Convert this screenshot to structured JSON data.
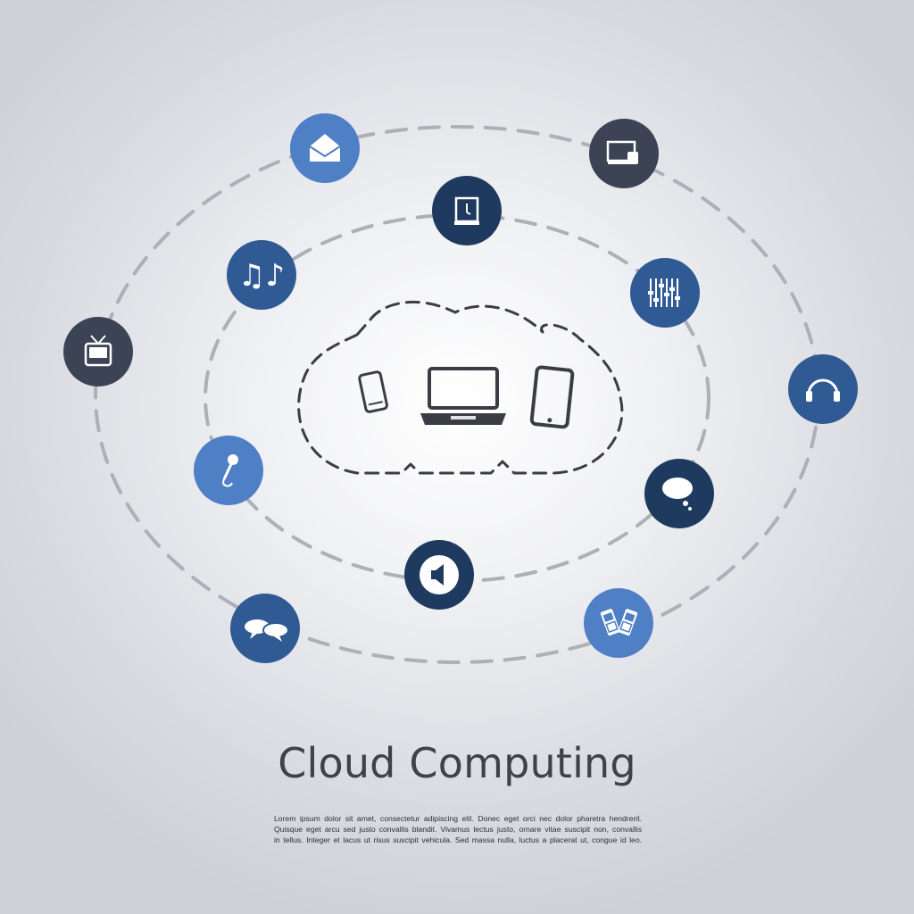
{
  "title": "Cloud Computing",
  "description_lines": [
    "Lorem ipsum dolor sit amet, consectetur adipiscing elit. Donec eget orci nec dolor pharetra hendrerit.",
    "Quisque eget arcu sed justo convallis blandit. Vivamus lectus justo, ornare vitae suscipit non, convallis",
    "in tellus. Integer et lacus ut risus suscipit vehicula. Sed massa nulla, luctus a placerat ut, congue id leo."
  ],
  "colors": {
    "dark": "#3b4354",
    "navy": "#1f3a5f",
    "mid_blue": "#2f5a93",
    "light_blue": "#4f7fc4",
    "dash": "#adb0b6",
    "cloud_dash": "#3a3d44",
    "device": "#3a3d44",
    "title": "#3e4249"
  },
  "center_devices": [
    "smartphone-icon",
    "laptop-icon",
    "tablet-icon"
  ],
  "icons": [
    {
      "name": "envelope-icon",
      "color": "light_blue"
    },
    {
      "name": "projector-icon",
      "color": "dark"
    },
    {
      "name": "clock-icon",
      "color": "navy"
    },
    {
      "name": "music-notes-icon",
      "color": "mid_blue"
    },
    {
      "name": "equalizer-icon",
      "color": "mid_blue"
    },
    {
      "name": "tv-icon",
      "color": "dark"
    },
    {
      "name": "headphones-icon",
      "color": "mid_blue"
    },
    {
      "name": "microphone-icon",
      "color": "light_blue"
    },
    {
      "name": "thought-bubble-icon",
      "color": "navy"
    },
    {
      "name": "speaker-icon",
      "color": "navy"
    },
    {
      "name": "chat-bubbles-icon",
      "color": "mid_blue"
    },
    {
      "name": "mobile-phones-icon",
      "color": "light_blue"
    }
  ]
}
